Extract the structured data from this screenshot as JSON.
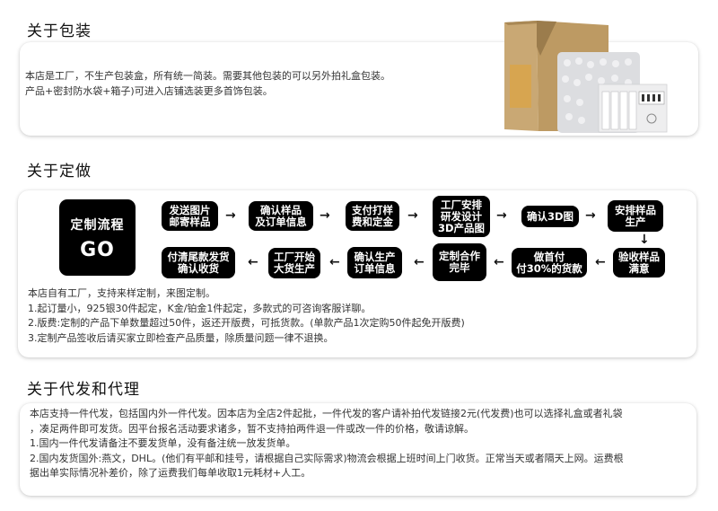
{
  "packaging": {
    "title": "关于包装",
    "lines": [
      "本店是工厂，不生产包装盒，所有统一简装。需要其他包装的可以另外拍礼盒包装。",
      "产品+密封防水袋+箱子)可进入店铺选装更多首饰包装。"
    ],
    "image_desc": "cardboard-box-bubble-bag-ziplock-bags"
  },
  "custom": {
    "title": "关于定做",
    "go_box": {
      "line1": "定制流程",
      "line2": "GO"
    },
    "steps": [
      {
        "lines": [
          "发送图片",
          "邮寄样品"
        ]
      },
      {
        "lines": [
          "确认样品",
          "及订单信息"
        ]
      },
      {
        "lines": [
          "支付打样",
          "费和定金"
        ]
      },
      {
        "lines": [
          "工厂安排",
          "研发设计",
          "3D产品图"
        ]
      },
      {
        "lines": [
          "确认3D图"
        ]
      },
      {
        "lines": [
          "安排样品",
          "生产"
        ]
      },
      {
        "lines": [
          "验收样品",
          "满意"
        ]
      },
      {
        "lines": [
          "做首付",
          "付30%的货款"
        ]
      },
      {
        "lines": [
          "定制合作",
          "完毕"
        ]
      },
      {
        "lines": [
          "确认生产",
          "订单信息"
        ]
      },
      {
        "lines": [
          "工厂开始",
          "大货生产"
        ]
      },
      {
        "lines": [
          "付清尾款发货",
          "确认收货"
        ]
      }
    ],
    "arrows": {
      "right": "→",
      "left": "←",
      "down": "↓"
    },
    "lines": [
      "本店自有工厂，支持来样定制，来图定制。",
      "1.起订量小，925银30件起定，K金/铂金1件起定，多款式的可咨询客服详聊。",
      "2.版费:定制的产品下单数量超过50件，返还开版费，可抵货款。(单款产品1次定购50件起免开版费)",
      "3.定制产品签收后请买家立即检查产品质量，除质量问题一律不退换。"
    ]
  },
  "dropship": {
    "title": "关于代发和代理",
    "lines": [
      "本店支持一件代发，包括国内外一件代发。因本店为全店2件起批，一件代发的客户请补拍代发链接2元(代发费)也可以选择礼盒或者礼袋",
      "，凑足两件即可发货。因平台报名活动要求诸多，暂不支持拍两件退一件或改一件的价格，敬请谅解。",
      "1.国内一件代发请备注不要发货单，没有备注统一放发货单。",
      "2.国内发货国外:燕文，DHL。(他们有平邮和挂号，请根据自己实际需求)物流会根据上班时间上门收货。正常当天或者隔天上网。运费根",
      "据出单实际情况补差价，除了运费我们每单收取1元耗材+人工。"
    ]
  }
}
